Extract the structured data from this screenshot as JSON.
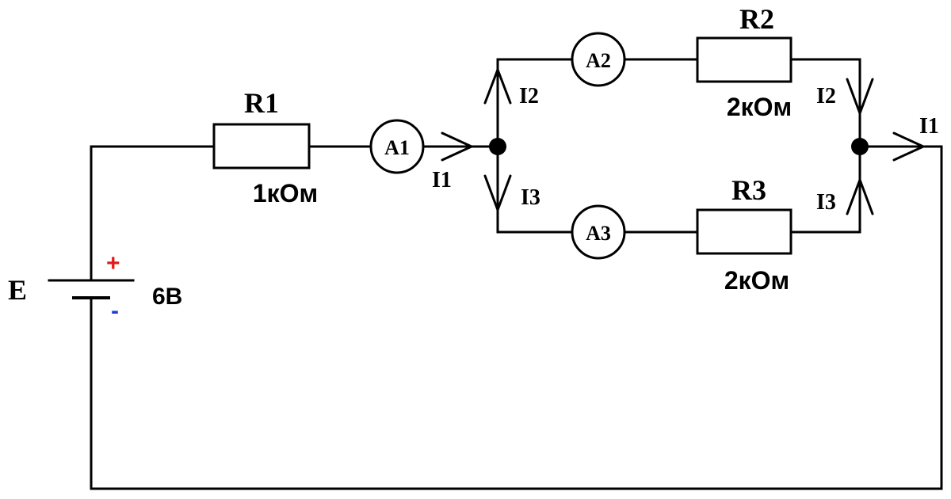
{
  "source": {
    "label": "E",
    "voltage": "6В",
    "plus": "+",
    "minus": "-",
    "plus_color": "#e01b1b",
    "minus_color": "#1b3fe0"
  },
  "resistors": {
    "r1": {
      "name": "R1",
      "value": "1кОм"
    },
    "r2": {
      "name": "R2",
      "value": "2кОм"
    },
    "r3": {
      "name": "R3",
      "value": "2кОм"
    }
  },
  "ammeters": {
    "a1": "A1",
    "a2": "A2",
    "a3": "A3"
  },
  "currents": {
    "i1_in": "I1",
    "i2_left": "I2",
    "i3_left": "I3",
    "i2_right": "I2",
    "i3_right": "I3",
    "i1_out": "I1"
  }
}
